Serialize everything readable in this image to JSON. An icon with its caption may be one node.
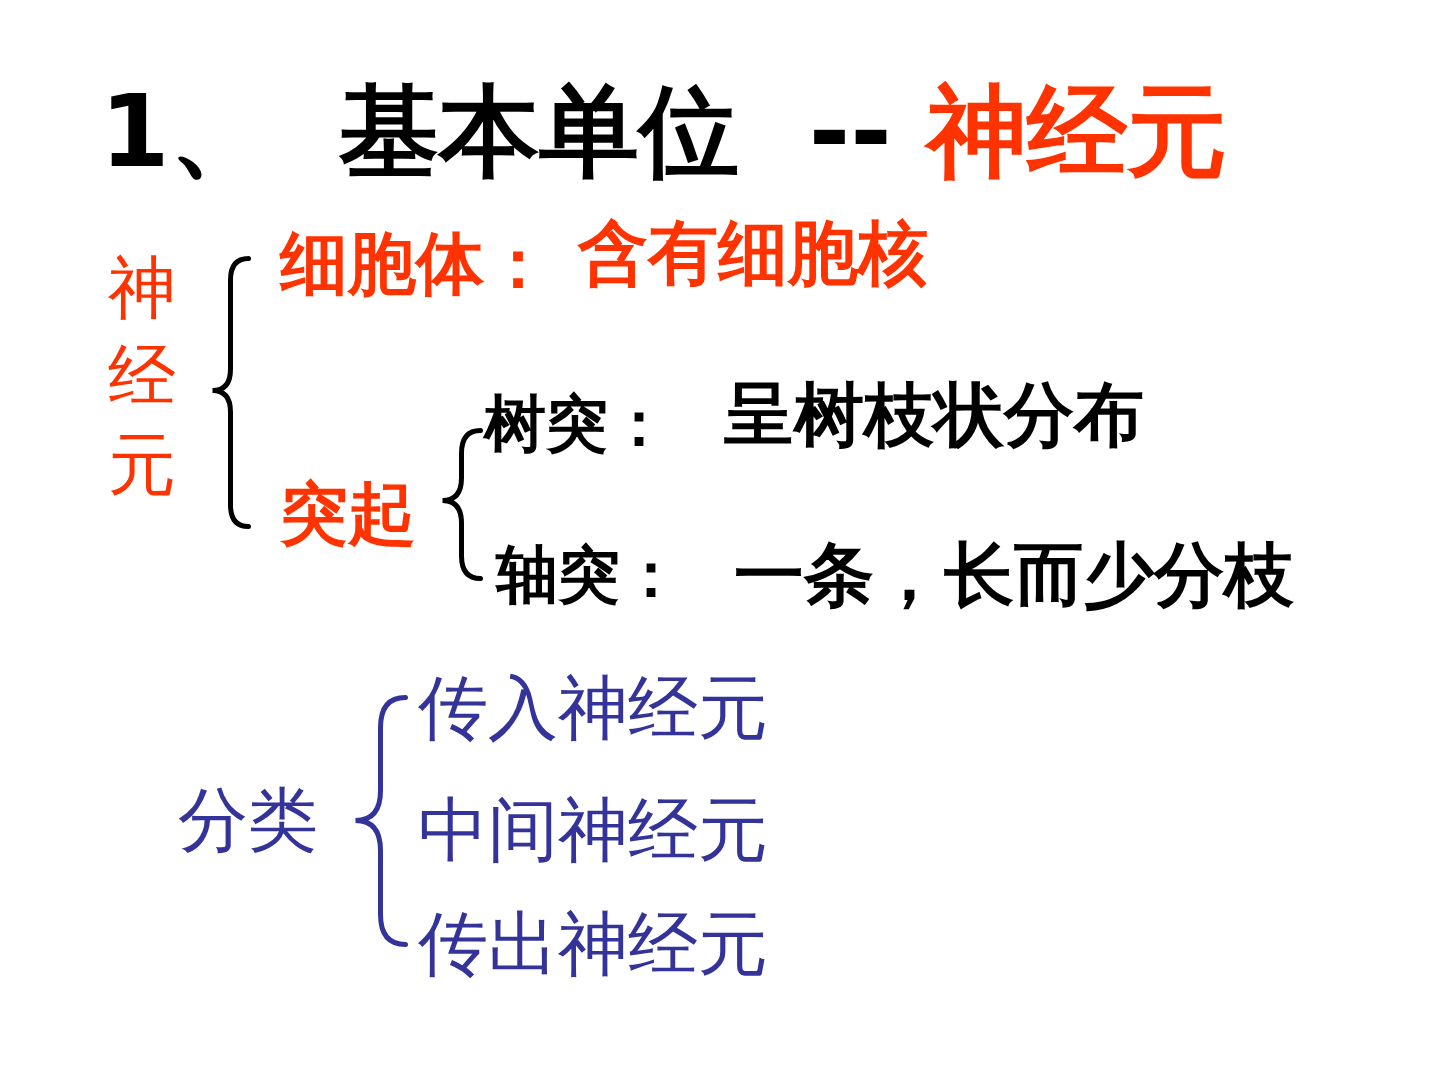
{
  "diagram": {
    "title": "1、 基本单位 -- 神经元",
    "labels": [
      "神经元",
      "细胞体：",
      "含有细胞核",
      "突起",
      "树突：",
      "呈树枝状分布",
      "轴突：",
      "一条，长而少分枝",
      "分类",
      "传入神经元",
      "中间神经元",
      "传出神经元"
    ]
  }
}
